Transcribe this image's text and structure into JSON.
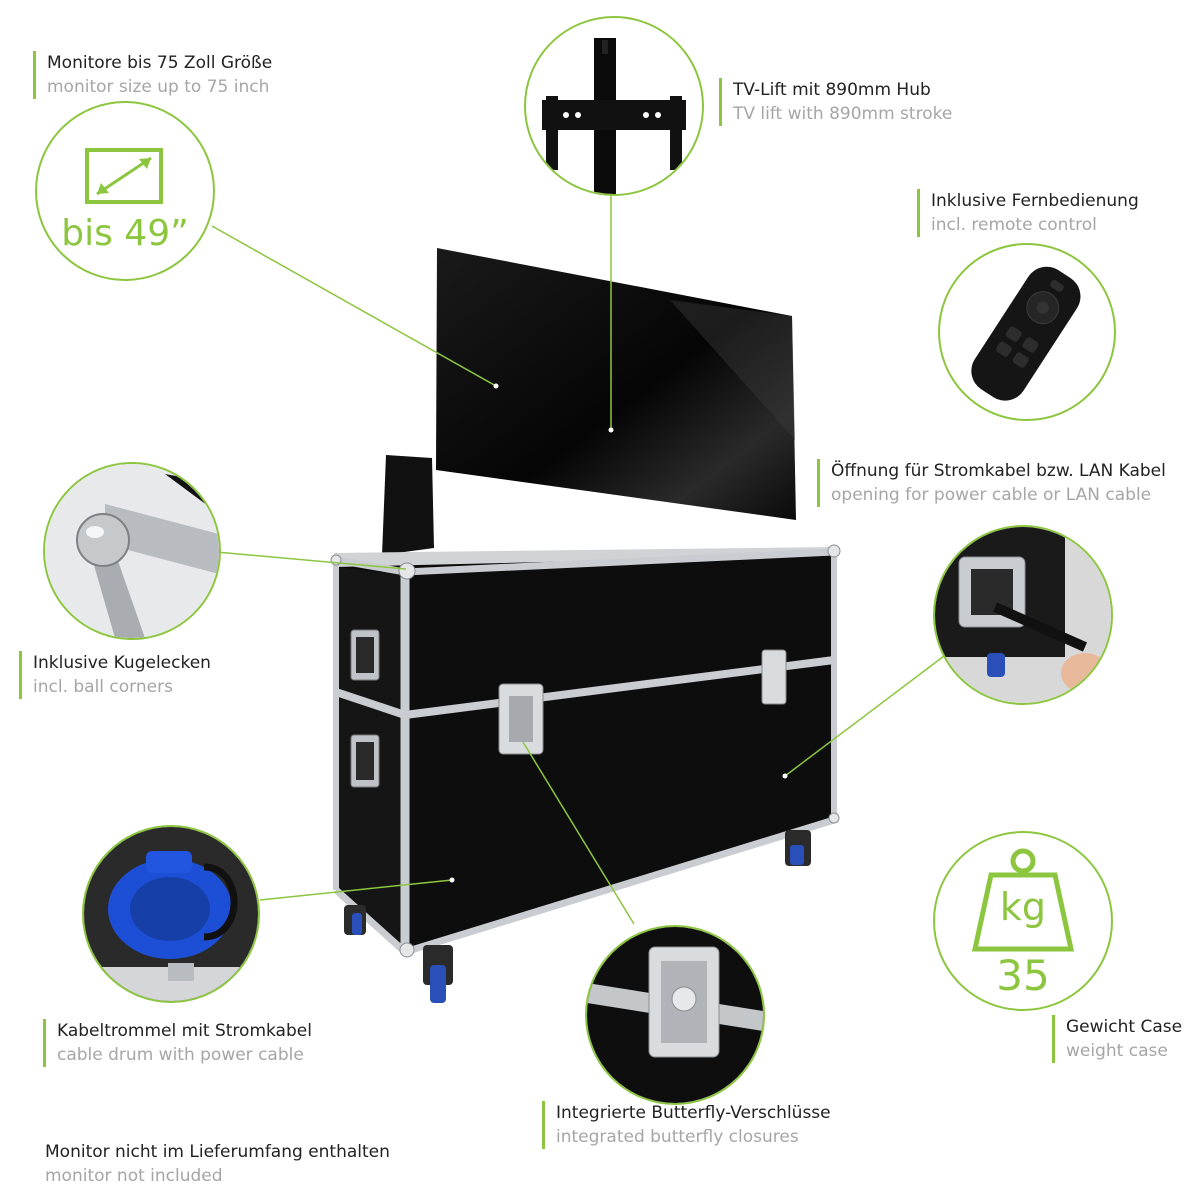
{
  "labels": {
    "monitor_size": {
      "de": "Monitore bis 75 Zoll Größe",
      "en": "monitor size up to 75 inch"
    },
    "tv_lift": {
      "de": "TV-Lift mit 890mm Hub",
      "en": "TV lift with 890mm stroke"
    },
    "remote": {
      "de": "Inklusive Fernbedienung",
      "en": "incl. remote control"
    },
    "opening": {
      "de": "Öffnung für Stromkabel bzw. LAN Kabel",
      "en": "opening for power cable or LAN cable"
    },
    "ball_corners": {
      "de": "Inklusive Kugelecken",
      "en": "incl. ball corners"
    },
    "cable_drum": {
      "de": "Kabeltrommel mit Stromkabel",
      "en": "cable drum with power cable"
    },
    "weight": {
      "de": "Gewicht Case",
      "en": "weight case"
    },
    "butterfly": {
      "de": "Integrierte Butterfly-Verschlüsse",
      "en": "integrated butterfly closures"
    },
    "not_included": {
      "de": "Monitor nicht im Lieferumfang enthalten",
      "en": "monitor not included"
    }
  },
  "size_badge": {
    "text": "bis 49”",
    "icon": "diagonal-arrow-icon"
  },
  "weight_badge": {
    "unit": "kg",
    "value": "35",
    "icon": "weight-icon"
  },
  "colors": {
    "accent": "#8cc63f",
    "case": "#0b0b0b",
    "aluminium": "#c9ccd0",
    "text": "#222222",
    "subtext": "#a6a6a6"
  }
}
